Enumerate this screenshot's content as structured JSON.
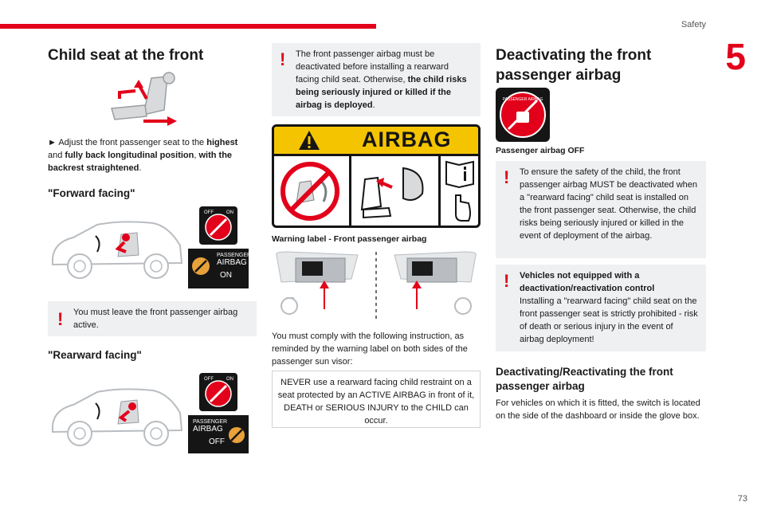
{
  "header": {
    "section": "Safety",
    "chapter": "5",
    "page": "73"
  },
  "col1": {
    "title": "Child seat at the front",
    "adjust_text": {
      "pre": "► Adjust the front passenger seat to the ",
      "b1": "highest",
      "mid": " and ",
      "b2": "fully back longitudinal position",
      "mid2": ", ",
      "b3": "with the backrest straightened",
      "end": "."
    },
    "forward_heading": "\"Forward facing\"",
    "forward_indicator": {
      "line1": "PASSENGER",
      "line2": "AIRBAG",
      "state": "ON"
    },
    "forward_warning": "You must leave the front passenger airbag active.",
    "rearward_heading": "\"Rearward facing\"",
    "rearward_indicator": {
      "line1": "PASSENGER",
      "line2": "AIRBAG",
      "state": "OFF"
    },
    "switch_off": "OFF",
    "switch_on": "ON"
  },
  "col2": {
    "warning": {
      "pre": "The front passenger airbag must be deactivated before installing a rearward facing child seat. Otherwise, ",
      "bold": "the child risks being seriously injured or killed if the airbag is deployed",
      "end": "."
    },
    "label_title": "AIRBAG",
    "label_caption": "Warning label - Front passenger airbag",
    "comply_text": "You must comply with the following instruction, as reminded by the warning label on both sides of the passenger sun visor:",
    "never_text": "NEVER use a rearward facing child restraint on a seat protected by an ACTIVE AIRBAG in front of it, DEATH or SERIOUS INJURY to the CHILD can occur."
  },
  "col3": {
    "title_line1": "Deactivating the front",
    "title_line2": "passenger airbag",
    "badge_text": "PASSENGER AIRBAG",
    "off_caption": "Passenger airbag OFF",
    "safety_warning": "To ensure the safety of the child, the front passenger airbag MUST be deactivated when a \"rearward facing\" child seat is installed on the front passenger seat. Otherwise, the child risks being seriously injured or killed in the event of deployment of the airbag.",
    "vehicles_title": "Vehicles not equipped with a deactivation/reactivation control",
    "vehicles_text": "Installing a \"rearward facing\" child seat on the front passenger seat is strictly prohibited - risk of death or serious injury in the event of airbag deployment!",
    "switch_heading": "Deactivating/Reactivating the front passenger airbag",
    "switch_text": "For vehicles on which it is fitted, the switch is located on the side of the dashboard or inside the glove box."
  },
  "colors": {
    "accent": "#e2001a",
    "panel": "#eef0f2",
    "label_yellow": "#f5c400"
  }
}
